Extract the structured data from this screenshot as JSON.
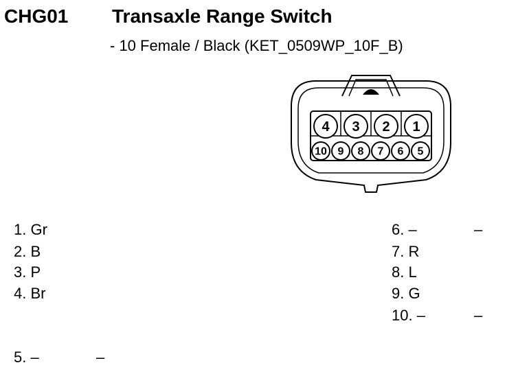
{
  "header": {
    "code": "CHG01",
    "title": "Transaxle Range Switch",
    "subtitle": "- 10 Female / Black (KET_0509WP_10F_B)"
  },
  "connector": {
    "top_row": [
      "4",
      "3",
      "2",
      "1"
    ],
    "bottom_row": [
      "10",
      "9",
      "8",
      "7",
      "6",
      "5"
    ]
  },
  "pins_left": [
    {
      "label": "1. Gr",
      "extra": ""
    },
    {
      "label": "2. B",
      "extra": ""
    },
    {
      "label": "3. P",
      "extra": ""
    },
    {
      "label": "4. Br",
      "extra": ""
    },
    {
      "label": "5. –",
      "extra": "–"
    }
  ],
  "pins_right": [
    {
      "label": "6. –",
      "extra": "–"
    },
    {
      "label": "7. R",
      "extra": ""
    },
    {
      "label": "8. L",
      "extra": ""
    },
    {
      "label": "9. G",
      "extra": ""
    },
    {
      "label": "10. –",
      "extra": "–"
    }
  ]
}
